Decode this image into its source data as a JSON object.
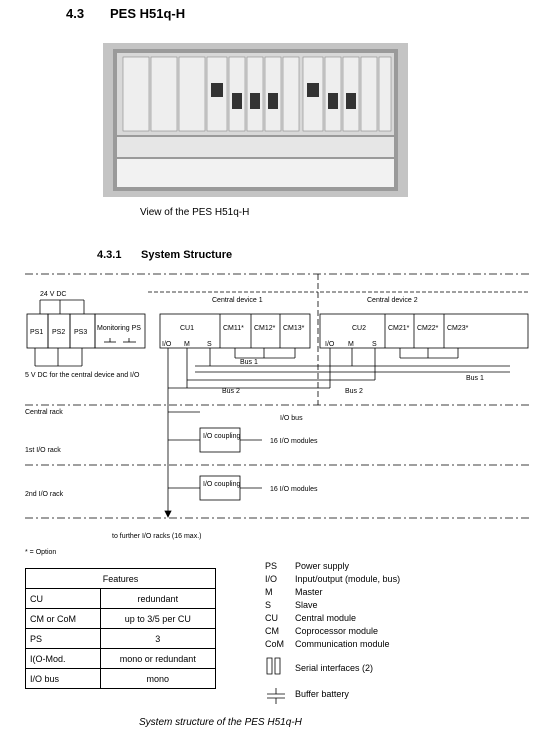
{
  "section": {
    "number": "4.3",
    "title": "PES H51q-H"
  },
  "photo": {
    "caption": "View of the PES H51q-H"
  },
  "subsection": {
    "number": "4.3.1",
    "title": "System Structure"
  },
  "diagram": {
    "label_24v": "24 V DC",
    "ps1": "PS1",
    "ps2": "PS2",
    "ps3": "PS3",
    "monitoring_ps": "Monitoring PS",
    "label_5v": "5 V DC for the central device and I/O",
    "central_device_1": "Central device 1",
    "central_device_2": "Central device 2",
    "cu1": "CU1",
    "cu2": "CU2",
    "cm11": "CM11*",
    "cm12": "CM12*",
    "cm13": "CM13*",
    "cm21": "CM21*",
    "cm22": "CM22*",
    "cm23": "CM23*",
    "port_io": "I/O",
    "port_m": "M",
    "port_s": "S",
    "bus1": "Bus 1",
    "bus2": "Bus 2",
    "io_bus": "I/O bus",
    "central_rack": "Central rack",
    "rack1": "1st I/O rack",
    "rack2": "2nd I/O rack",
    "io_coupling": "I/O coupling",
    "modules16": "16 I/O modules",
    "further": "to further I/O racks (16 max.)",
    "option_note": "* = Option"
  },
  "features": {
    "header": "Features",
    "rows": [
      {
        "name": "CU",
        "value": "redundant"
      },
      {
        "name": "CM or CoM",
        "value": "up to 3/5 per CU"
      },
      {
        "name": "PS",
        "value": "3"
      },
      {
        "name": "I(O-Mod.",
        "value": "mono or redundant"
      },
      {
        "name": "I/O bus",
        "value": "mono"
      }
    ]
  },
  "legend": [
    {
      "abbr": "PS",
      "text": "Power supply"
    },
    {
      "abbr": "I/O",
      "text": "Input/output (module, bus)"
    },
    {
      "abbr": "M",
      "text": "Master"
    },
    {
      "abbr": "S",
      "text": "Slave"
    },
    {
      "abbr": "CU",
      "text": "Central module"
    },
    {
      "abbr": "CM",
      "text": "Coprocessor module"
    },
    {
      "abbr": "CoM",
      "text": "Communication module"
    }
  ],
  "symbols": {
    "serial": "Serial interfaces (2)",
    "battery": "Buffer battery"
  },
  "caption2": "System structure of the PES H51q-H"
}
